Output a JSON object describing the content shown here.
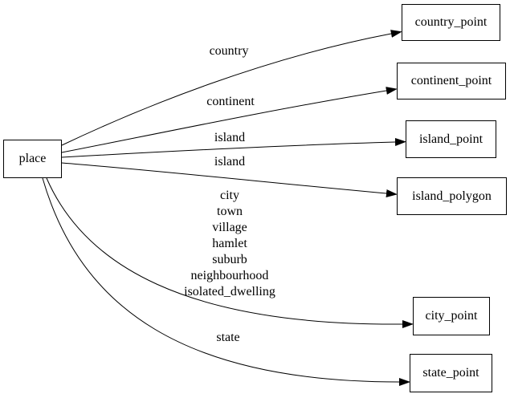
{
  "diagram": {
    "background_color": "#ffffff",
    "line_color": "#000000",
    "text_color": "#000000",
    "nodes": [
      {
        "id": "place",
        "label": "place"
      },
      {
        "id": "country_point",
        "label": "country_point"
      },
      {
        "id": "continent_point",
        "label": "continent_point"
      },
      {
        "id": "island_point",
        "label": "island_point"
      },
      {
        "id": "island_polygon",
        "label": "island_polygon"
      },
      {
        "id": "city_point",
        "label": "city_point"
      },
      {
        "id": "state_point",
        "label": "state_point"
      }
    ],
    "edges": [
      {
        "from": "place",
        "to": "country_point",
        "label": "country"
      },
      {
        "from": "place",
        "to": "continent_point",
        "label": "continent"
      },
      {
        "from": "place",
        "to": "island_point",
        "label": "island"
      },
      {
        "from": "place",
        "to": "island_polygon",
        "label": "island"
      },
      {
        "from": "place",
        "to": "city_point",
        "label": "city\ntown\nvillage\nhamlet\nsuburb\nneighbourhood\nisolated_dwelling"
      },
      {
        "from": "place",
        "to": "state_point",
        "label": "state"
      }
    ]
  }
}
